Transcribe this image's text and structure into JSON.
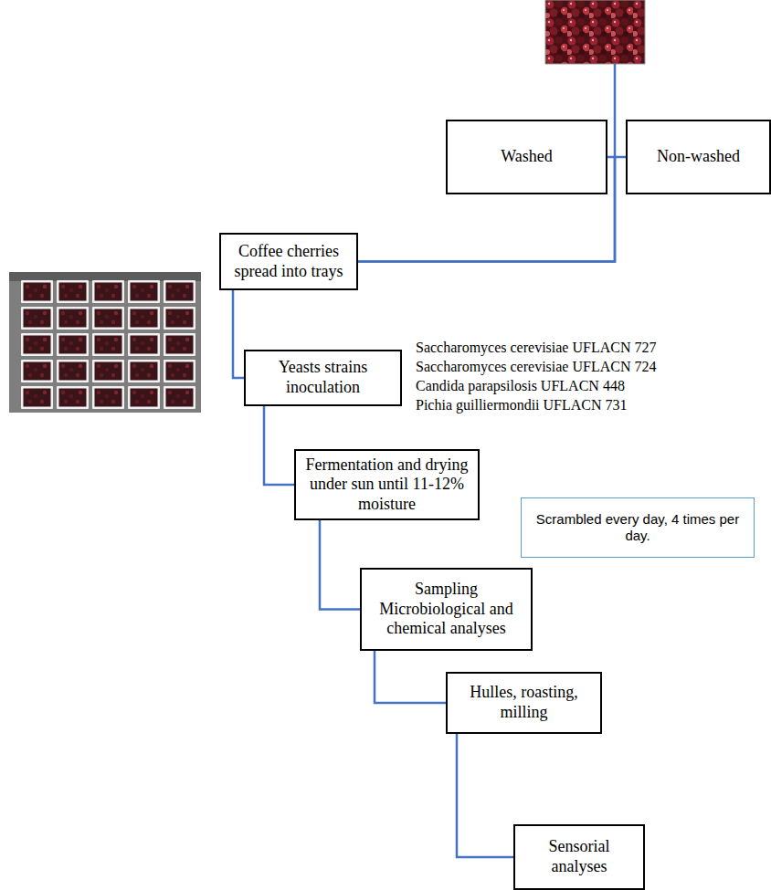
{
  "diagram": {
    "nodes": [
      {
        "text": [
          "Washed"
        ]
      },
      {
        "text": [
          "Non-washed"
        ]
      },
      {
        "text": [
          "Coffee cherries spread into trays"
        ]
      },
      {
        "text": [
          "Yeasts strains inoculation"
        ]
      },
      {
        "text": [
          "Fermentation and drying under sun until 11-12% moisture"
        ]
      },
      {
        "text": [
          "Scrambled every day, 4 times per day."
        ]
      },
      {
        "text": [
          "Sampling",
          "Microbiological and chemical analyses"
        ]
      },
      {
        "text": [
          "Hulles, roasting, milling"
        ]
      },
      {
        "text": [
          "Sensorial analyses"
        ]
      }
    ],
    "edges": [
      {
        "from": 0,
        "to": 2,
        "arrow": "none"
      },
      {
        "from": 1,
        "to": 2,
        "arrow": "none"
      },
      {
        "from": 2,
        "to": 3,
        "arrow": "none"
      },
      {
        "from": 3,
        "to": 4,
        "arrow": "none"
      },
      {
        "from": 4,
        "to": 6,
        "arrow": "none"
      },
      {
        "from": 6,
        "to": 7,
        "arrow": "none"
      },
      {
        "from": 7,
        "to": 8,
        "arrow": "none"
      }
    ],
    "labels": [
      "Saccharomyces cerevisiae UFLACN 727",
      "Saccharomyces cerevisiae UFLACN 724",
      "Candida parapsilosis UFLACN 448",
      "Pichia guilliermondii UFLACN 731"
    ]
  }
}
